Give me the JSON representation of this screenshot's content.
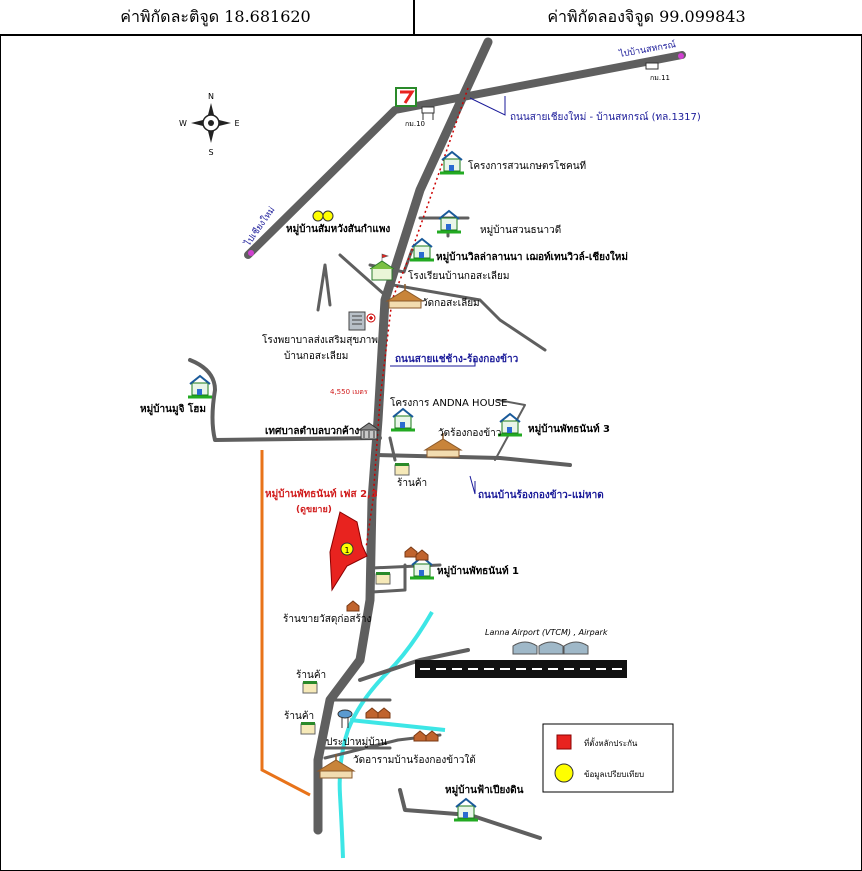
{
  "header": {
    "latitude_text": "ค่าพิกัดละติจูด 18.681620",
    "longitude_text": "ค่าพิกัดลองจิจูด 99.099843"
  },
  "compass": {
    "n": "N",
    "s": "S",
    "e": "E",
    "w": "W"
  },
  "labels": {
    "to_sankamphaeng": "ไปบ้านสหกรณ์",
    "km11": "กม.11",
    "km10": "กม.10",
    "road_1317": "ถนนสายเชียงใหม่ - บ้านสหกรณ์ (ทล.1317)",
    "to_chiangmai": "ไปเชียงใหม่",
    "garden_project": "โครงการสวนเกษตรโชคนที",
    "village_sunnawadee": "หมู่บ้านสวนธนาวดี",
    "village_sombun": "หมู่บ้านสัมหวังสันกำแพง",
    "village_villa": "หมู่บ้านวิลล่าลานนา เฌอท์เทนวิวล์-เชียงใหม่",
    "school": "โรงเรียนบ้านกอสะเลียม",
    "temple_kosaliam": "วัดกอสะเลียม",
    "hospital_1": "โรงพยาบาลส่งเสริมสุขภาพ",
    "hospital_2": "บ้านกอสะเลียม",
    "road_saeng_chang": "ถนนสายแช่ช้าง-ร้องกองข้าว",
    "distance": "4,550 เมตร",
    "village_muji": "หมู่บ้านมูจิ โฮม",
    "andna": "โครงการ ANDNA HOUSE",
    "municipality": "เทศบาลตำบลบวกค้าง",
    "temple_rongkong": "วัดร้องกองข้าว",
    "village_phattha3": "หมู่บ้านพัทธนันท์ 3",
    "shop1": "ร้านค้า",
    "road_rongkong": "ถนนบ้านร้องกองข้าว-แม่หาด",
    "subject_1": "หมู่บ้านพัทธนันท์ เฟส 2,3",
    "subject_2": "(ดูขยาย)",
    "marker_1": "1",
    "village_phattha1": "หมู่บ้านพัทธนันท์ 1",
    "shop_sandstone": "ร้านขายวัสดุก่อสร้าง",
    "airport": "Lanna Airport (VTCM) , Airpark",
    "shop2": "ร้านค้า",
    "shop3": "ร้านค้า",
    "water_supply": "ประปาหมู่บ้าน",
    "temple_south": "วัดอารามบ้านร้องกองข้าวใต้",
    "village_fah": "หมู่บ้านฟ้าเปียงดิน",
    "legend_subject": "ที่ตั้งหลักประกัน",
    "legend_compare": "ข้อมูลเปรียบเทียบ"
  },
  "colors": {
    "road": "#5f5f5f",
    "dotted_route": "#cc0000",
    "subject": "#e8231f",
    "compare": "#ffff00",
    "river": "#3de6e6",
    "orange_road": "#e8731a",
    "label_blue": "#1a1a99",
    "label_red": "#d11d1d",
    "roof": "#a0522d",
    "icon_green": "#22aa22"
  }
}
